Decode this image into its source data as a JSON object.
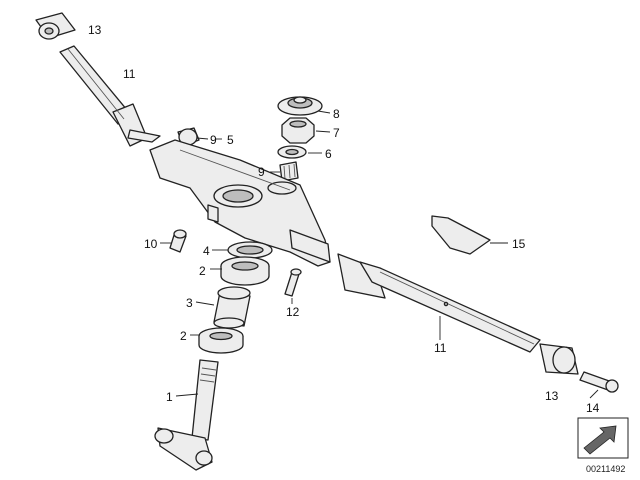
{
  "diagram": {
    "image_id": "00211492",
    "callouts": [
      {
        "key": "c13a",
        "text": "13"
      },
      {
        "key": "c11a",
        "text": "11"
      },
      {
        "key": "c9a",
        "text": "9"
      },
      {
        "key": "c5",
        "text": "5"
      },
      {
        "key": "c8",
        "text": "8"
      },
      {
        "key": "c7",
        "text": "7"
      },
      {
        "key": "c6",
        "text": "6"
      },
      {
        "key": "c9b",
        "text": "9"
      },
      {
        "key": "c10",
        "text": "10"
      },
      {
        "key": "c4",
        "text": "4"
      },
      {
        "key": "c2a",
        "text": "2"
      },
      {
        "key": "c3",
        "text": "3"
      },
      {
        "key": "c2b",
        "text": "2"
      },
      {
        "key": "c12",
        "text": "12"
      },
      {
        "key": "c11b",
        "text": "11"
      },
      {
        "key": "c15",
        "text": "15"
      },
      {
        "key": "c1",
        "text": "1"
      },
      {
        "key": "c13b",
        "text": "13"
      },
      {
        "key": "c14",
        "text": "14"
      }
    ]
  }
}
